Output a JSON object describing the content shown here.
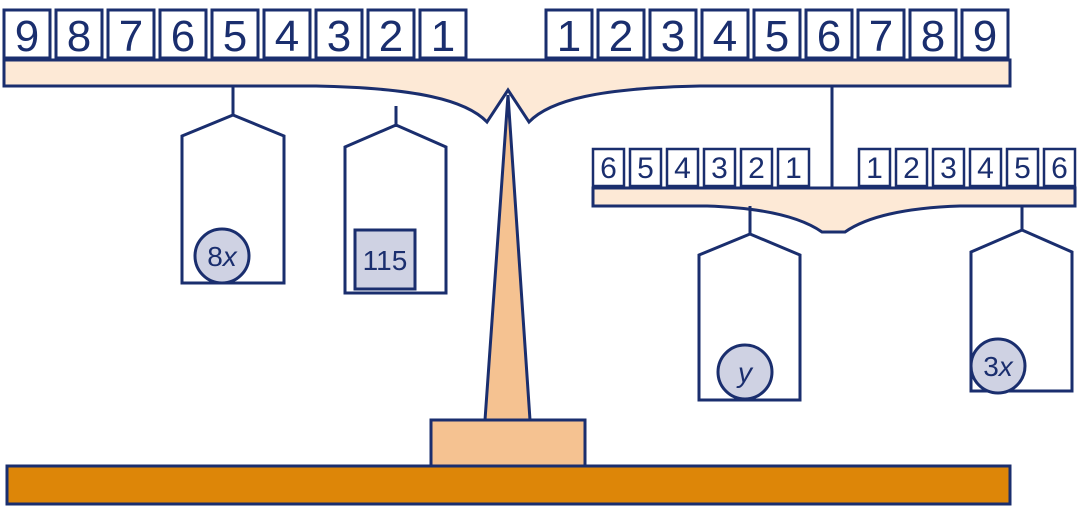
{
  "colors": {
    "outline": "#1a2e6e",
    "beam_fill": "#fde9d6",
    "stand_fill": "#f5c291",
    "base_fill": "#dd8608",
    "weight_fill": "#cfd2e3"
  },
  "main_scale": {
    "left_labels": [
      "9",
      "8",
      "7",
      "6",
      "5",
      "4",
      "3",
      "2",
      "1"
    ],
    "right_labels": [
      "1",
      "2",
      "3",
      "4",
      "5",
      "6",
      "7",
      "8",
      "9"
    ]
  },
  "sub_scale": {
    "left_labels": [
      "6",
      "5",
      "4",
      "3",
      "2",
      "1"
    ],
    "right_labels": [
      "1",
      "2",
      "3",
      "4",
      "5",
      "6"
    ]
  },
  "weights": {
    "main_left_pan": {
      "label_num": "8",
      "label_var": "x",
      "shape": "circle"
    },
    "main_mid_pan": {
      "label": "115",
      "shape": "square"
    },
    "sub_left_pan": {
      "label_num": "",
      "label_var": "y",
      "shape": "circle"
    },
    "sub_right_pan": {
      "label_num": "3",
      "label_var": "x",
      "shape": "circle"
    }
  }
}
